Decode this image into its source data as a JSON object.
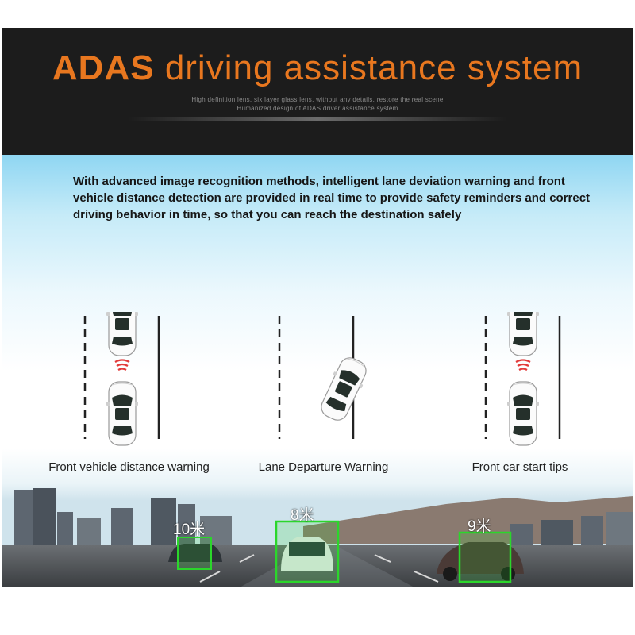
{
  "header": {
    "title_strong": "ADAS",
    "title_light": "driving assistance system",
    "taglines": [
      "High definition lens, six layer glass lens, without any details, restore the real scene",
      "Humanized design of ADAS driver assistance system"
    ]
  },
  "intro": "With advanced image recognition methods, intelligent lane deviation warning and front vehicle distance detection are provided in real time to provide safety reminders and correct driving behavior in time, so that you can reach the destination safely",
  "features": [
    {
      "label": "Front vehicle distance warning",
      "icon": "distance-warning-icon"
    },
    {
      "label": "Lane Departure Warning",
      "icon": "lane-departure-icon"
    },
    {
      "label": "Front car start tips",
      "icon": "front-car-start-icon"
    }
  ],
  "detections": [
    {
      "distance": "10米"
    },
    {
      "distance": "8米"
    },
    {
      "distance": "9米"
    }
  ],
  "colors": {
    "accent": "#e8771f",
    "banner": "#1c1c1c",
    "sky": "#8fd6f2",
    "warning": "#e23b3b",
    "detection": "#2bd62b"
  }
}
